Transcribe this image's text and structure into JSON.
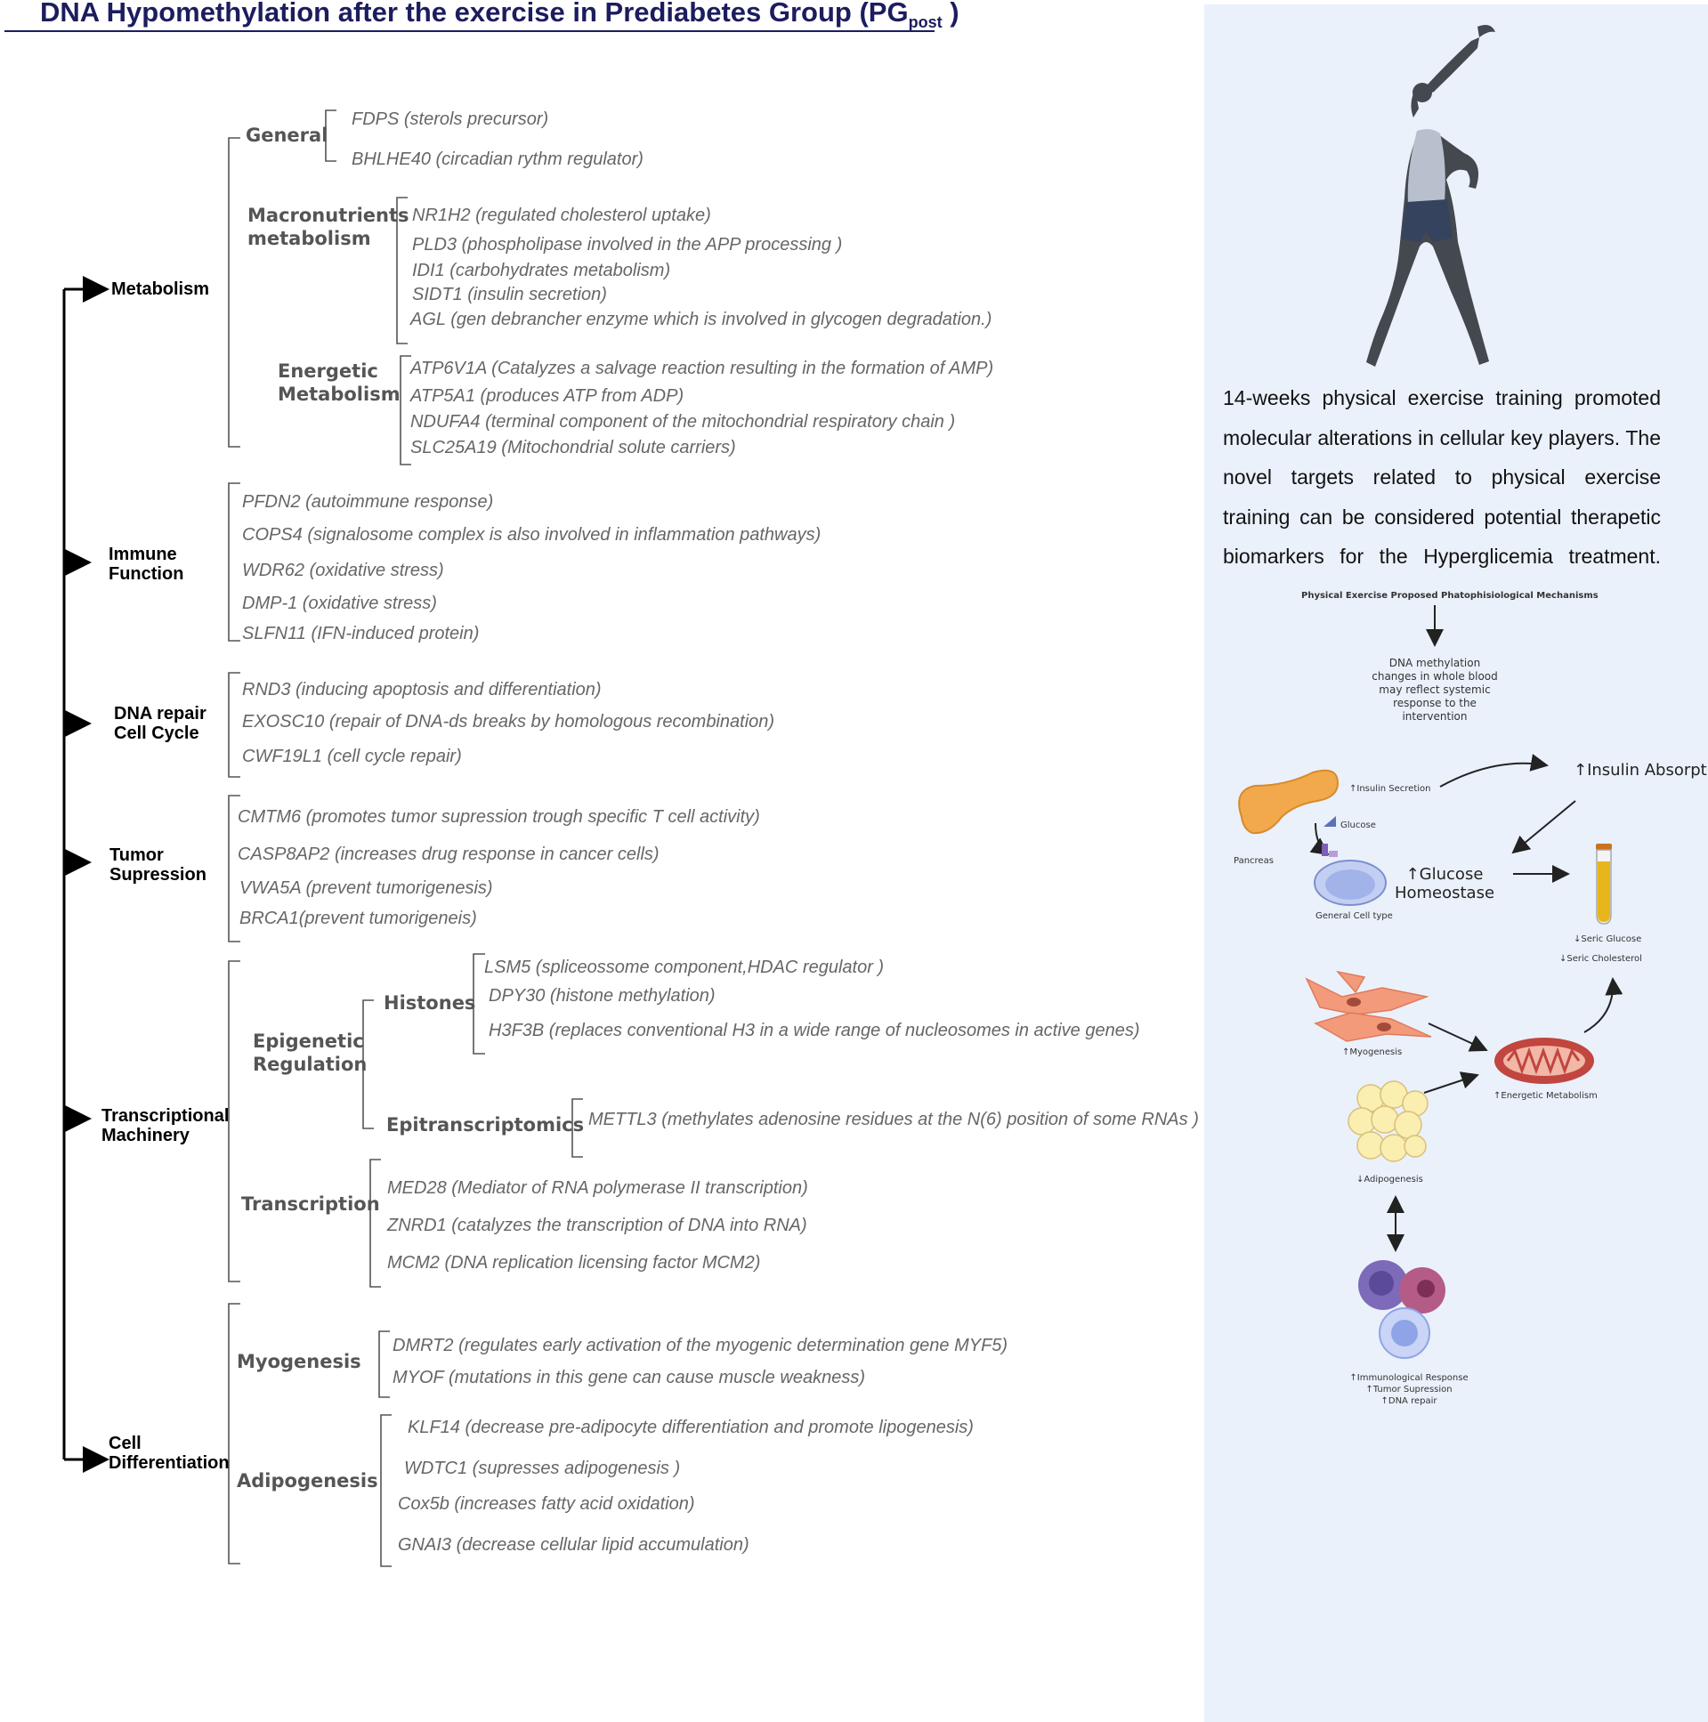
{
  "title": {
    "main": "DNA Hypomethylation after the exercise in Prediabetes Group (PG",
    "sub": "post",
    "close": " )"
  },
  "categories": {
    "metabolism": "Metabolism",
    "immune": [
      "Immune",
      "Function"
    ],
    "dna_repair": [
      "DNA repair",
      "Cell Cycle"
    ],
    "tumor": [
      "Tumor",
      "Supression"
    ],
    "transcriptional": [
      "Transcriptional",
      "Machinery"
    ],
    "cell_diff": [
      "Cell",
      "Differentiation"
    ]
  },
  "subcategories": {
    "general": "General",
    "macronutrients": [
      "Macronutrients",
      "metabolism"
    ],
    "energetic": [
      "Energetic",
      "Metabolism"
    ],
    "epigenetic": [
      "Epigenetic",
      "Regulation"
    ],
    "histones": "Histones",
    "epitranscriptomics": "Epitranscriptomics",
    "transcription": "Transcription",
    "myogenesis": "Myogenesis",
    "adipogenesis": "Adipogenesis"
  },
  "genes": {
    "general": [
      "FDPS (sterols precursor)",
      "BHLHE40 (circadian  rythm regulator)"
    ],
    "macronutrients": [
      "NR1H2 (regulated cholesterol uptake)",
      "PLD3 (phospholipase involved in the APP processing )",
      "IDI1 (carbohydrates metabolism)",
      "SIDT1 (insulin secretion)",
      "AGL (gen debrancher enzyme which is involved in glycogen degradation.)"
    ],
    "energetic": [
      "ATP6V1A (Catalyzes a salvage reaction resulting in the formation of AMP)",
      "ATP5A1 (produces ATP from ADP)",
      "NDUFA4 (terminal component of the mitochondrial respiratory chain )",
      "SLC25A19 (Mitochondrial solute carriers)"
    ],
    "immune": [
      "PFDN2 (autoimmune response)",
      "COPS4 (signalosome complex is also involved in inflammation pathways)",
      "WDR62 (oxidative stress)",
      "DMP-1 (oxidative stress)",
      "SLFN11 (IFN-induced protein)"
    ],
    "dna_repair": [
      "RND3 (inducing apoptosis and differentiation)",
      "EXOSC10 (repair of DNA-ds breaks by homologous recombination)",
      "CWF19L1 (cell cycle repair)"
    ],
    "tumor": [
      "CMTM6 (promotes tumor supression trough specific T cell activity)",
      "CASP8AP2 (increases drug response in cancer cells)",
      "VWA5A (prevent tumorigenesis)",
      "BRCA1(prevent tumorigeneis)"
    ],
    "histones": [
      "LSM5 (spliceossome component,HDAC regulator )",
      "DPY30 (histone methylation)",
      "H3F3B (replaces conventional H3 in a wide range of nucleosomes in active genes)"
    ],
    "epitranscriptomics": [
      "METTL3 (methylates adenosine residues at the N(6) position of some RNAs )"
    ],
    "transcription": [
      "MED28 (Mediator of RNA polymerase II transcription)",
      "ZNRD1 (catalyzes the transcription of DNA into RNA)",
      "MCM2 (DNA replication licensing factor MCM2)"
    ],
    "myogenesis": [
      "DMRT2 (regulates early activation of the myogenic determination gene MYF5)",
      "MYOF (mutations in this gene can cause muscle weakness)"
    ],
    "adipogenesis": [
      "KLF14 (decrease pre-adipocyte differentiation and promote lipogenesis)",
      "WDTC1 (supresses adipogenesis )",
      "Cox5b (increases fatty acid oxidation)",
      "GNAI3 (decrease cellular lipid accumulation)"
    ]
  },
  "panel": {
    "summary": "14-weeks physical exercise training promoted molecular alterations in cellular key players. The novel targets related to physical exercise training can be considered potential therapetic biomarkers for the Hyperglicemia treatment.",
    "mechanisms_title": "Physical Exercise Proposed Phatophisiological Mechanisms",
    "dna_methylation": [
      "DNA methylation",
      "changes in whole blood",
      "may reflect systemic",
      "response to the",
      "intervention"
    ],
    "insulin_secretion": "↑Insulin Secretion",
    "insulin_absorption": "↑Insulin Absorption",
    "glucose_small": "Glucose",
    "pancreas": "Pancreas",
    "general_cell": "General Cell type",
    "glucose_homeostase": [
      "↑Glucose",
      "Homeostase"
    ],
    "seric_glucose": "↓Seric Glucose",
    "seric_cholesterol": "↓Seric Cholesterol",
    "myogenesis": "↑Myogenesis",
    "energetic": "↑Energetic Metabolism",
    "adipogenesis": "↓Adipogenesis",
    "immuno": [
      "↑Immunological Response",
      "↑Tumor Supression",
      "↑DNA repair"
    ]
  },
  "colors": {
    "title": "#1c1d5e",
    "panel_bg": "#eaf1fb",
    "gene_text": "#666666",
    "pancreas": "#f1a94c",
    "muscle": "#f39a7a",
    "fat": "#faeeb0",
    "mito": "#c0463f",
    "blood": "#e8b51a",
    "immune_purple": "#7d6ab8",
    "immune_pink": "#b45c87",
    "immune_blue": "#8fa4e6"
  },
  "icons": [
    "exercising-woman-icon",
    "pancreas-icon",
    "glucose-icon",
    "cell-icon",
    "blood-tube-icon",
    "muscle-cells-icon",
    "mitochondria-icon",
    "adipocytes-icon",
    "immune-cells-icon"
  ]
}
